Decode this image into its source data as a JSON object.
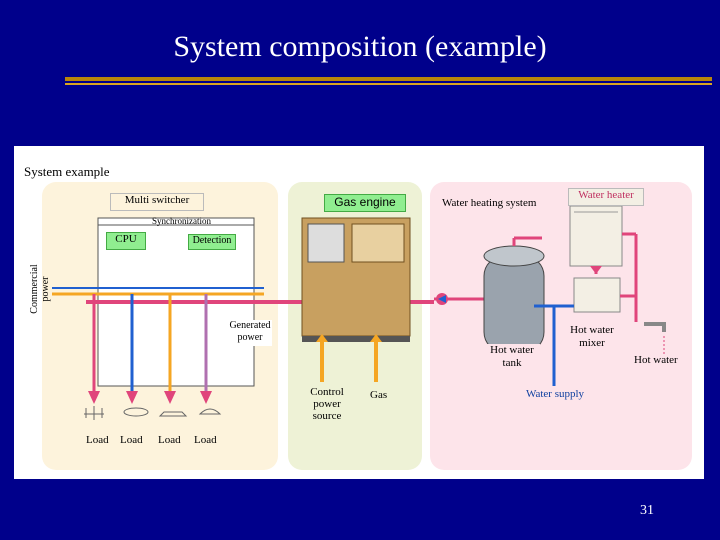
{
  "slide": {
    "title": "System composition (example)",
    "page_number": "31"
  },
  "diagram": {
    "heading": "System example",
    "multiswitcher": "Multi switcher",
    "synchronization": "Synchronization",
    "cpu": "CPU",
    "detection": "Detection",
    "commercial_power": "Commercial power",
    "generated_power": "Generated power",
    "gas_engine": "Gas engine",
    "control_power_source": "Control power source",
    "gas": "Gas",
    "water_heating_system": "Water heating system",
    "water_heater": "Water heater",
    "hot_water_tank": "Hot water tank",
    "hot_water_mixer": "Hot water mixer",
    "hot_water": "Hot water",
    "water_supply": "Water supply",
    "loads": [
      "Load",
      "Load",
      "Load",
      "Load"
    ]
  },
  "colors": {
    "background": "#00008b",
    "title_text": "#ffffff",
    "accent_rule": "#b8860b",
    "switcher_zone": "#fdf3dc",
    "engine_zone": "#eef2d6",
    "water_zone": "#fde4ea",
    "power_line_pink": "#e0457b",
    "power_line_orange": "#f5a623",
    "power_line_blue": "#2060d0",
    "label_green": "#90ee90"
  }
}
